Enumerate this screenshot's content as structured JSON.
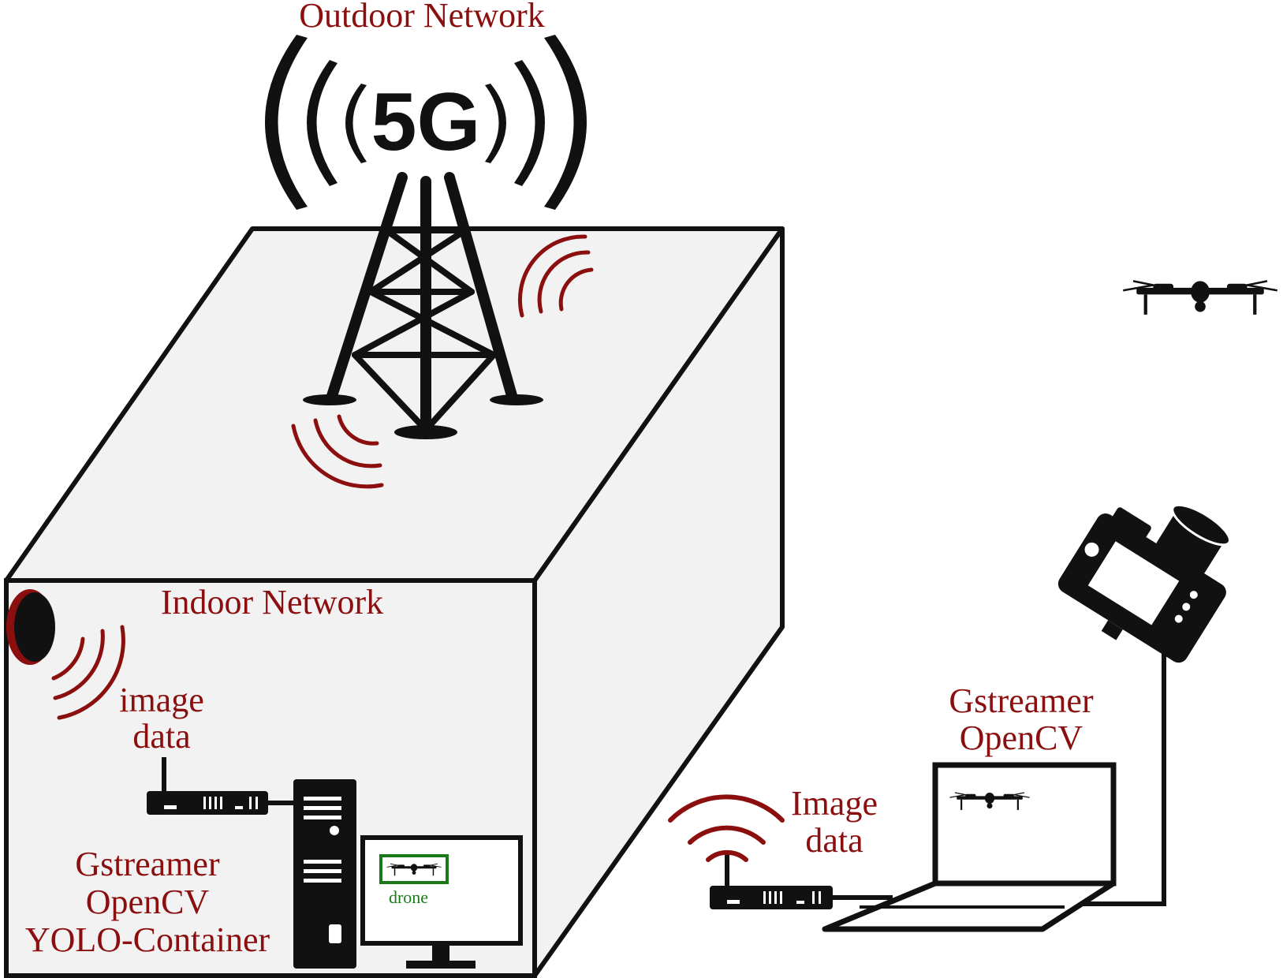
{
  "labels": {
    "outdoor_network": "Outdoor Network",
    "tower_badge": "5G",
    "indoor_network": "Indoor Network",
    "indoor_image_data_line1": "image",
    "indoor_image_data_line2": "data",
    "server_software": [
      "Gstreamer",
      "OpenCV",
      "YOLO-Container"
    ],
    "detection_label": "drone",
    "laptop_software": [
      "Gstreamer",
      "OpenCV"
    ],
    "outdoor_image_data_line1": "Image",
    "outdoor_image_data_line2": "data"
  },
  "colors": {
    "accent_red": "#8b0f0f",
    "detection_green": "#1a7a1a",
    "building_fill": "#f2f2f2",
    "ink": "#111111"
  },
  "icons": [
    "cell-tower-icon",
    "wifi-signal-icon",
    "router-icon",
    "pc-tower-icon",
    "monitor-icon",
    "laptop-icon",
    "camera-icon",
    "drone-icon",
    "indoor-antenna-icon"
  ]
}
